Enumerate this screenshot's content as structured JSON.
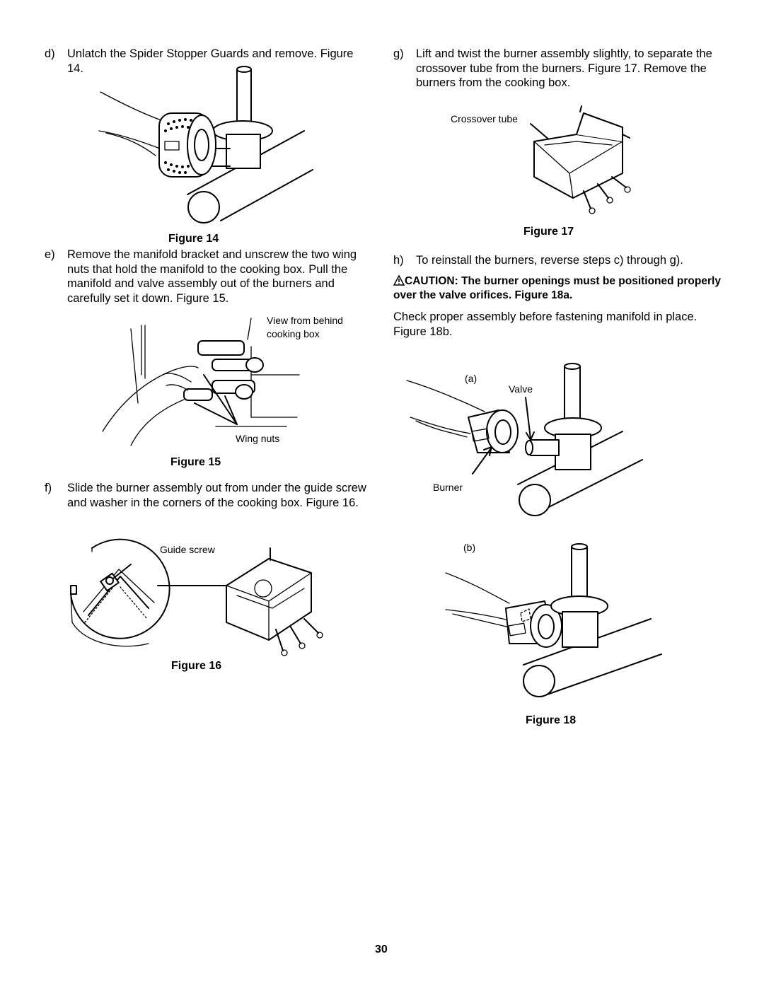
{
  "steps": {
    "d": {
      "letter": "d)",
      "text": "Unlatch the Spider Stopper Guards and remove. Figure 14."
    },
    "e": {
      "letter": "e)",
      "text": "Remove the manifold bracket and unscrew the two wing nuts that hold the manifold to the cooking box. Pull the manifold and valve assembly out of the burners and carefully set it down. Figure 15."
    },
    "f": {
      "letter": "f)",
      "text": "Slide the burner assembly out from under the guide screw and washer in the corners of the cooking box. Figure 16."
    },
    "g": {
      "letter": "g)",
      "text": "Lift and twist the burner assembly slightly, to separate the crossover tube from the burners. Figure 17. Remove the burners from the cooking box."
    },
    "h": {
      "letter": "h)",
      "text": "To reinstall the burners, reverse steps c) through g)."
    }
  },
  "figures": {
    "fig14": {
      "caption": "Figure 14"
    },
    "fig15": {
      "caption": "Figure 15",
      "label_view": "View from behind cooking box",
      "label_wing": "Wing nuts"
    },
    "fig16": {
      "caption": "Figure 16",
      "label_guide": "Guide screw"
    },
    "fig17": {
      "caption": "Figure 17",
      "label_crossover": "Crossover tube"
    },
    "fig18": {
      "caption": "Figure 18",
      "label_a": "(a)",
      "label_valve": "Valve",
      "label_burner": "Burner",
      "label_b": "(b)"
    }
  },
  "caution": {
    "icon": "warning-triangle-icon",
    "text": "CAUTION: The burner openings must be positioned properly over the valve orifices. Figure 18a."
  },
  "check_text": "Check proper assembly before fastening manifold in place. Figure 18b.",
  "page_number": "30"
}
